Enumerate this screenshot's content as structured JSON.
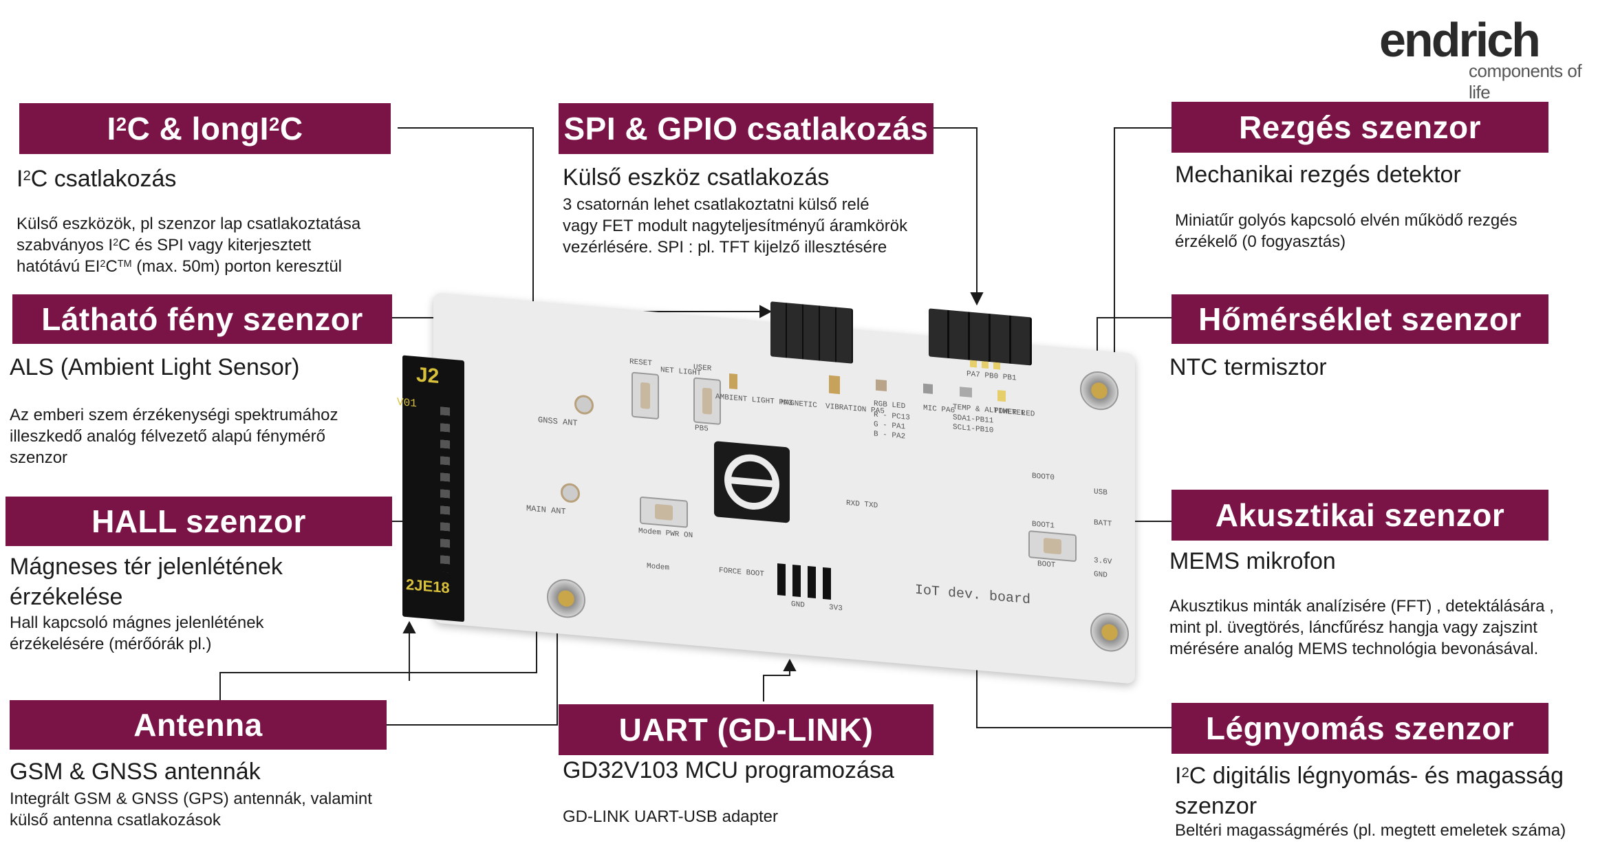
{
  "logo": {
    "brand": "endrich",
    "tagline": "components of life"
  },
  "callouts": {
    "i2c": {
      "title": "I²C & longI²C",
      "subtitle": "I²C csatlakozás",
      "description": [
        "Külső eszközök, pl szenzor lap csatlakoztatása",
        "szabványos I²C és SPI vagy kiterjesztett",
        "hatótávú EI²C™  (max. 50m) porton keresztül"
      ]
    },
    "spi": {
      "title": "SPI &  GPIO csatlakozás",
      "subtitle": "Külső eszköz csatlakozás",
      "description": [
        "3 csatornán lehet csatlakoztatni külső relé",
        "vagy FET modult nagyteljesítményű áramkörök",
        "vezérlésére. SPI : pl. TFT kijelző illesztésére"
      ]
    },
    "vibration": {
      "title": "Rezgés szenzor",
      "subtitle": "Mechanikai rezgés detektor",
      "description": [
        "Miniatűr golyós kapcsoló elvén működő rezgés",
        "érzékelő (0 fogyasztás)"
      ]
    },
    "light": {
      "title": "Látható fény szenzor",
      "subtitle": "ALS (Ambient Light Sensor)",
      "description": [
        "Az emberi szem érzékenységi spektrumához",
        "illeszkedő analóg félvezető alapú fénymérő",
        "szenzor"
      ]
    },
    "temperature": {
      "title": "Hőmérséklet szenzor",
      "subtitle": "NTC termisztor",
      "description": []
    },
    "hall": {
      "title": "HALL szenzor",
      "subtitle": [
        "Mágneses tér jelenlétének",
        "érzékelése"
      ],
      "description": [
        "Hall kapcsoló mágnes jelenlétének",
        "érzékelésére (mérőórák pl.)"
      ]
    },
    "acoustic": {
      "title": "Akusztikai szenzor",
      "subtitle": "MEMS mikrofon",
      "description": [
        "Akusztikus minták analízisére (FFT) , detektálására ,",
        "mint pl. üvegtörés, láncfűrész hangja vagy zajszint",
        "mérésére analóg MEMS technológia bevonásával."
      ]
    },
    "antenna": {
      "title": "Antenna",
      "subtitle": "GSM & GNSS antennák",
      "description": [
        "Integrált GSM & GNSS (GPS) antennák, valamint",
        "külső antenna csatlakozások"
      ]
    },
    "uart": {
      "title": "UART (GD-LINK)",
      "subtitle": "GD32V103 MCU programozása",
      "description": [
        "GD-LINK UART-USB adapter"
      ]
    },
    "pressure": {
      "title": "Légnyomás szenzor",
      "subtitle": [
        "I²C digitális légnyomás- és magasság",
        "szenzor"
      ],
      "description": [
        "Beltéri magasságmérés (pl. megtett emeletek száma)"
      ]
    }
  },
  "board": {
    "silkscreen": {
      "reset": "RESET",
      "net_light": "NET LIGHT",
      "user": "USER",
      "pb5": "PB5",
      "ambient": "AMBIENT LIGHT PA3",
      "magnetic": "MAGNETIC",
      "vibration": "VIBRATION PA5",
      "rgb_led": "RGB LED",
      "rgb_r": "R - PC13",
      "rgb_g": "G - PA1",
      "rgb_b": "B - PA2",
      "mic": "MIC PA6",
      "temp_alt": "TEMP & ALTIMETER",
      "sda": "SDA1-PB11",
      "scl": "SCL1-PB10",
      "power_led": "POWER LED",
      "pa7": "PA7 PB0 PB1",
      "gnss_ant": "GNSS ANT",
      "main_ant": "MAIN ANT",
      "modem_pwr": "Modem PWR ON",
      "force_boot": "FORCE BOOT",
      "modem": "Modem",
      "gnd": "GND",
      "v33": "3V3",
      "boot0": "BOOT0",
      "boot1": "BOOT1",
      "boot": "BOOT",
      "usb": "USB",
      "batt": "BATT",
      "v36": "3.6V",
      "gnd2": "GND",
      "rxd_txd": "RXD TXD",
      "board_name": "IoT dev. board",
      "connector": "2JE18",
      "v01": "V01",
      "j2": "J2"
    }
  }
}
